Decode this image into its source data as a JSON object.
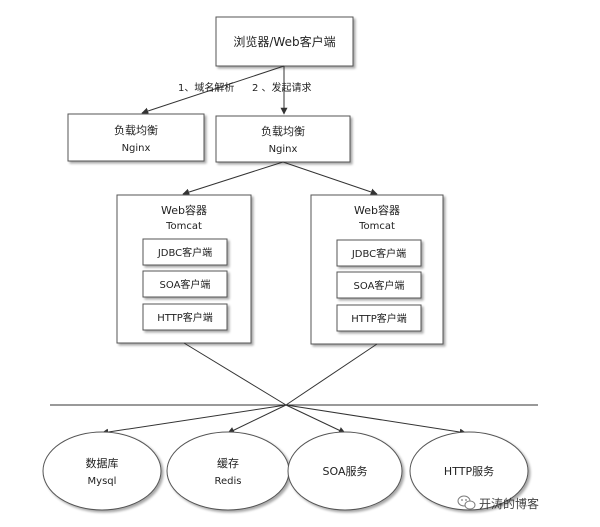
{
  "browser": {
    "label": "浏览器/Web客户端"
  },
  "edges": {
    "dns": "1、域名解析",
    "request": "2 、发起请求"
  },
  "lb_left": {
    "title": "负载均衡",
    "subtitle": "Nginx"
  },
  "lb_right": {
    "title": "负载均衡",
    "subtitle": "Nginx"
  },
  "web_left": {
    "title": "Web容器",
    "subtitle": "Tomcat",
    "clients": [
      "JDBC客户端",
      "SOA客户端",
      "HTTP客户端"
    ]
  },
  "web_right": {
    "title": "Web容器",
    "subtitle": "Tomcat",
    "clients": [
      "JDBC客户端",
      "SOA客户端",
      "HTTP客户端"
    ]
  },
  "services": [
    {
      "title": "数据库",
      "subtitle": "Mysql"
    },
    {
      "title": "缓存",
      "subtitle": "Redis"
    },
    {
      "title": "SOA服务",
      "subtitle": ""
    },
    {
      "title": "HTTP服务",
      "subtitle": ""
    }
  ],
  "watermark": {
    "text": "开涛的博客",
    "icon": "wechat-icon"
  }
}
